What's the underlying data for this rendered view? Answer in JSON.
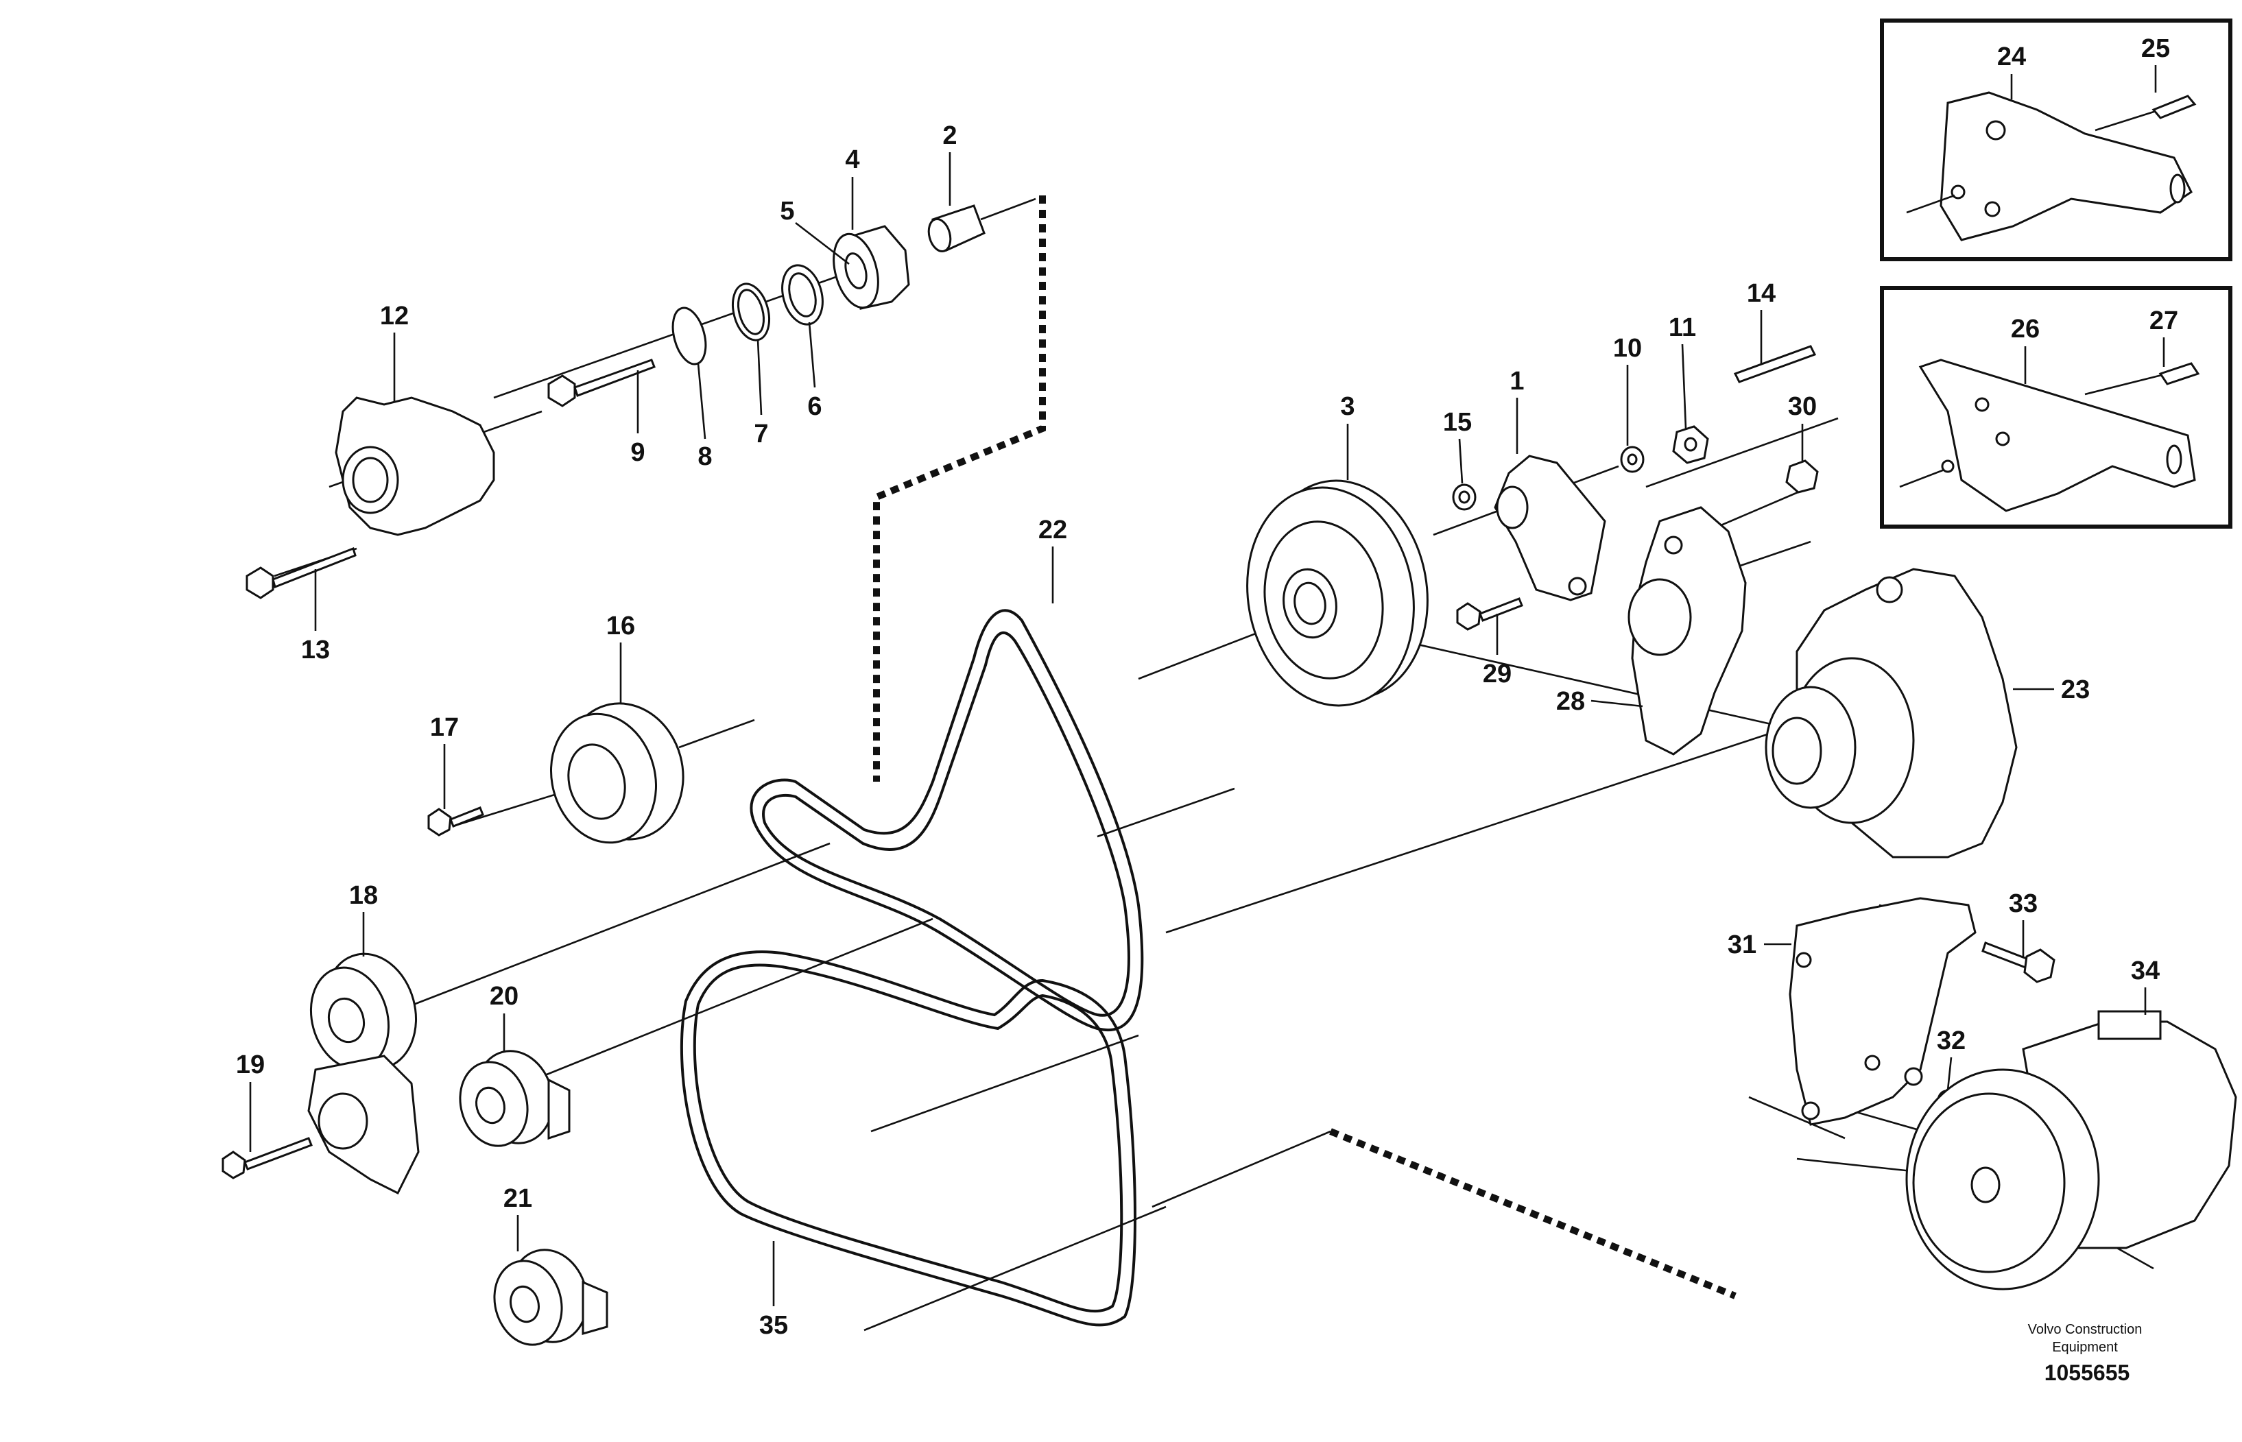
{
  "callouts": [
    "1",
    "2",
    "3",
    "4",
    "5",
    "6",
    "7",
    "8",
    "9",
    "10",
    "11",
    "12",
    "13",
    "14",
    "15",
    "16",
    "17",
    "18",
    "19",
    "20",
    "21",
    "22",
    "23",
    "24",
    "25",
    "26",
    "27",
    "28",
    "29",
    "30",
    "31",
    "32",
    "33",
    "34",
    "35"
  ],
  "footer": {
    "brand_line1": "Volvo Construction",
    "brand_line2": "Equipment",
    "drawing_number": "1055655"
  }
}
